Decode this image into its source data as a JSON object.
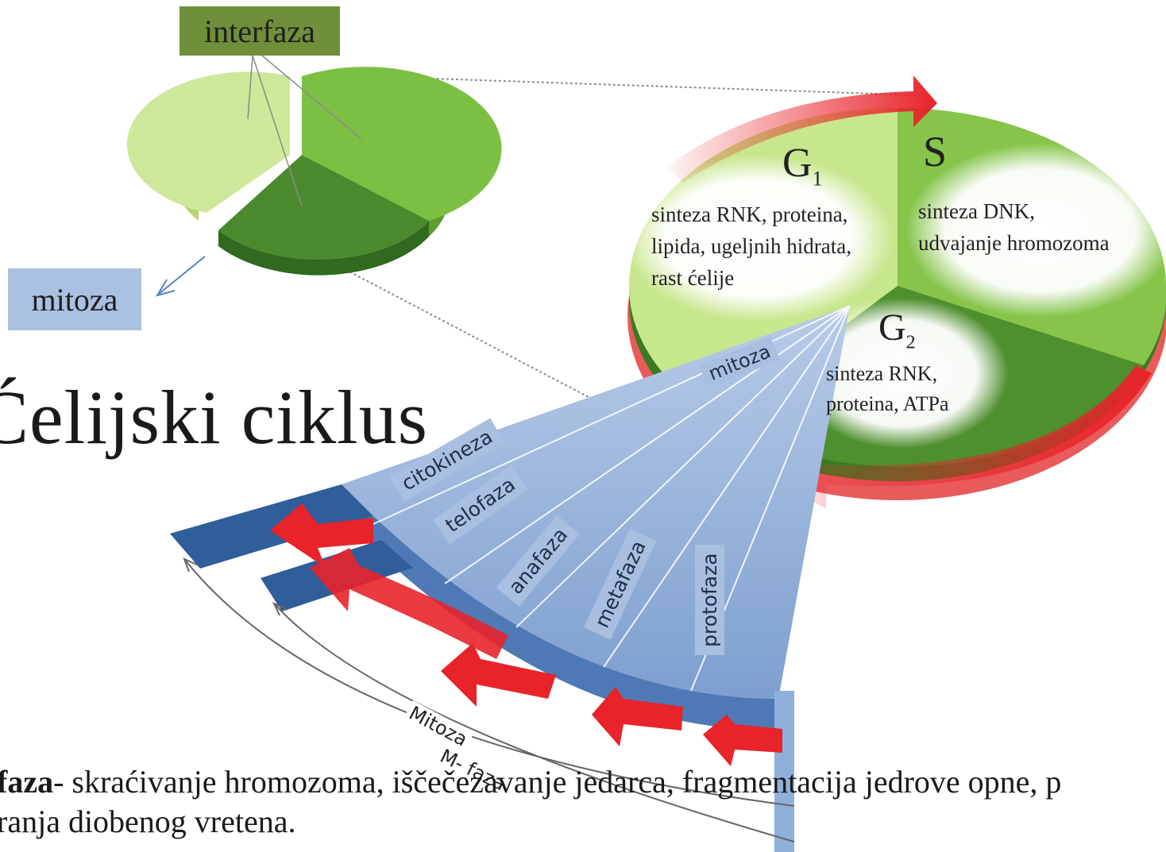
{
  "labels": {
    "interfaza": "interfaza",
    "mitoza_box": "mitoza",
    "title": "Ćelijski ciklus"
  },
  "cycle": {
    "g1": {
      "name": "G",
      "sub": "1",
      "lines": [
        "sinteza RNK, proteina,",
        "lipida, ugeljnih hidrata,",
        "rast ćelije"
      ]
    },
    "s": {
      "name": "S",
      "lines": [
        "sinteza DNK,",
        "udvajanje hromozoma"
      ]
    },
    "g2": {
      "name": "G",
      "sub": "2",
      "lines": [
        "sinteza RNK,",
        "proteina, ATPa"
      ]
    },
    "mitoza": "mitoza"
  },
  "phases": [
    "citokineza",
    "telofaza",
    "anafaza",
    "metafaza",
    "protofaza"
  ],
  "arcs": {
    "mitoza": "Mitoza",
    "m_faza": "M- faza"
  },
  "footnote": {
    "bold": "faza",
    "line1": "- skraćivanje hromozoma, iščečezavanje jedarca, fragmentacija jedrove opne, p",
    "line2": "ranja diobenog vretena."
  },
  "colors": {
    "interfaza_box": "#6f8f3a",
    "mitoza_box": "#a9c0e0",
    "green_light": "#cfe89a",
    "green_mid": "#7fbf3f",
    "green_dark": "#3f7a2a",
    "blue_light": "#9cb6dc",
    "blue_dark": "#3a5f92",
    "arrow_red": "#e8232a"
  }
}
